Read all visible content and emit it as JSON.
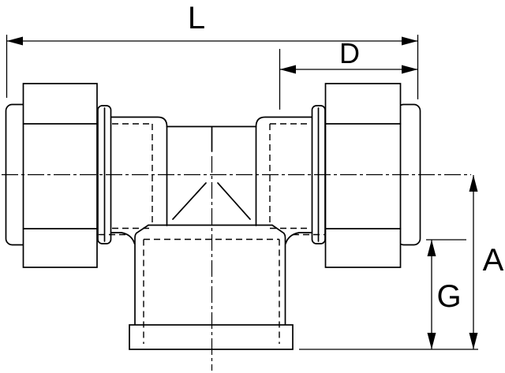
{
  "drawing": {
    "kind": "technical-drawing",
    "subject": "tee compression fitting, side elevation",
    "colors": {
      "line": "#000000",
      "background": "#ffffff"
    }
  },
  "dimensions": {
    "overall_length": {
      "label": "L"
    },
    "insertion_depth": {
      "label": "D"
    },
    "center_to_branch_end": {
      "label": "A"
    },
    "branch_thread_depth": {
      "label": "G"
    }
  }
}
